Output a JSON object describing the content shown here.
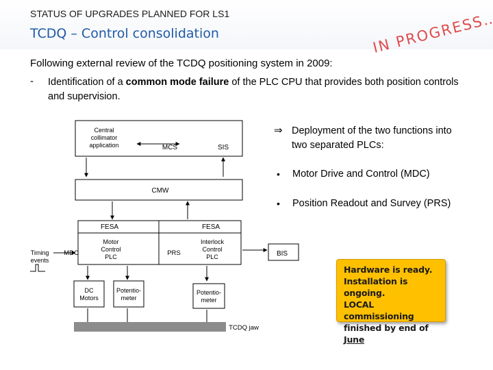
{
  "header": {
    "context": "STATUS OF UPGRADES PLANNED FOR LS1",
    "title": "TCDQ – Control consolidation",
    "stamp": "IN PROGRESS…"
  },
  "body": {
    "intro": "Following external review of the TCDQ positioning system in 2009:",
    "issue_dash": "-",
    "issue_pre": "Identification of a ",
    "issue_bold": "common mode failure",
    "issue_post": " of the PLC CPU that provides both position controls and supervision.",
    "deploy_arrow": "⇒",
    "deploy_text": "Deployment of the two functions into two separated PLCs:",
    "bullets": [
      "Motor Drive and Control (MDC)",
      "Position Readout and Survey (PRS)"
    ],
    "bullet_symbol": "•"
  },
  "note": {
    "line1": "Hardware is ready.",
    "line2": "Installation is ongoing.",
    "line3": "LOCAL commissioning",
    "line4_pre": "finished by end of ",
    "line4_underlined": "June"
  },
  "diagram": {
    "central_1": "Central",
    "central_2": "collimator",
    "central_3": "application",
    "mcs": "MCS",
    "sis": "SIS",
    "cmw": "CMW",
    "fesa_left": "FESA",
    "fesa_right": "FESA",
    "motor_1": "Motor",
    "motor_2": "Control",
    "motor_3": "PLC",
    "interlock_1": "Interlock",
    "interlock_2": "Control",
    "interlock_3": "PLC",
    "mdc": "MDC",
    "prs": "PRS",
    "bis": "BIS",
    "timing_1": "Timing",
    "timing_2": "events",
    "dc_1": "DC",
    "dc_2": "Motors",
    "pot_left_1": "Potentio-",
    "pot_left_2": "meter",
    "pot_right_1": "Potentio-",
    "pot_right_2": "meter",
    "jaw": "TCDQ jaw"
  },
  "colors": {
    "title_blue": "#1f5aa6",
    "stamp_red": "#e04b4b",
    "note_yellow": "#ffc000",
    "jaw_gray": "#8c8c8c"
  }
}
